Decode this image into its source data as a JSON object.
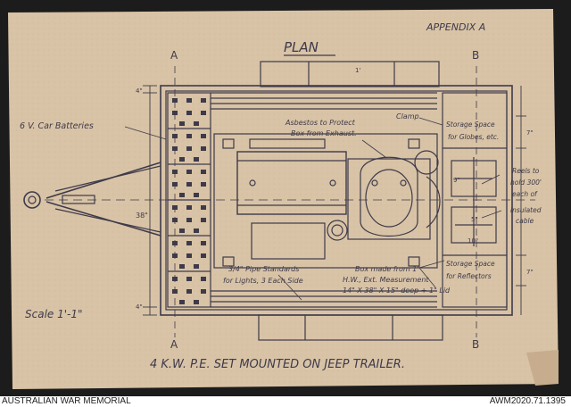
{
  "footer": {
    "institution": "AUSTRALIAN WAR MEMORIAL",
    "accession": "AWM2020.71.1395"
  },
  "drawing": {
    "appendix": "APPENDIX  A",
    "plan_title": "PLAN",
    "section_a_top": "A",
    "section_b_top": "B",
    "section_a_bottom": "A",
    "section_b_bottom": "B",
    "batteries": "6 V. Car Batteries",
    "asbestos_line1": "Asbestos to Protect",
    "asbestos_line2": "Box from Exhaust.",
    "clamp": "Clamp",
    "storage_globes_line1": "Storage Space",
    "storage_globes_line2": "for Globes, etc.",
    "reels_line1": "Reels to",
    "reels_line2": "hold 300'",
    "reels_line3": "each of",
    "reels_line4": "insulated",
    "reels_line5": "cable",
    "storage_reflectors_line1": "Storage Space",
    "storage_reflectors_line2": "for Reflectors",
    "pipe_line1": "3/4\" Pipe Standards",
    "pipe_line2": "for Lights, 3 Each Side",
    "box_line1": "Box made from 1\"",
    "box_line2": "H.W., Ext. Measurement",
    "box_line3": "14\" X 38\" X 15\" deep + 1\" Lid",
    "scale": "Scale 1'-1\"",
    "caption": "4 K.W. P.E. SET MOUNTED ON JEEP TRAILER.",
    "dim_4_top": "4\"",
    "dim_38": "38\"",
    "dim_4_bottom": "4\"",
    "dim_7_top": "7\"",
    "dim_7_bottom": "7\"",
    "dim_9": "9\"",
    "dim_5": "5\"",
    "dim_10": "10\"",
    "dim_1": "1'"
  },
  "colors": {
    "paper": "#d8c3a6",
    "paper_dark": "#c9b092",
    "ink": "#3e3a4a",
    "border": "#1f1f1f"
  }
}
